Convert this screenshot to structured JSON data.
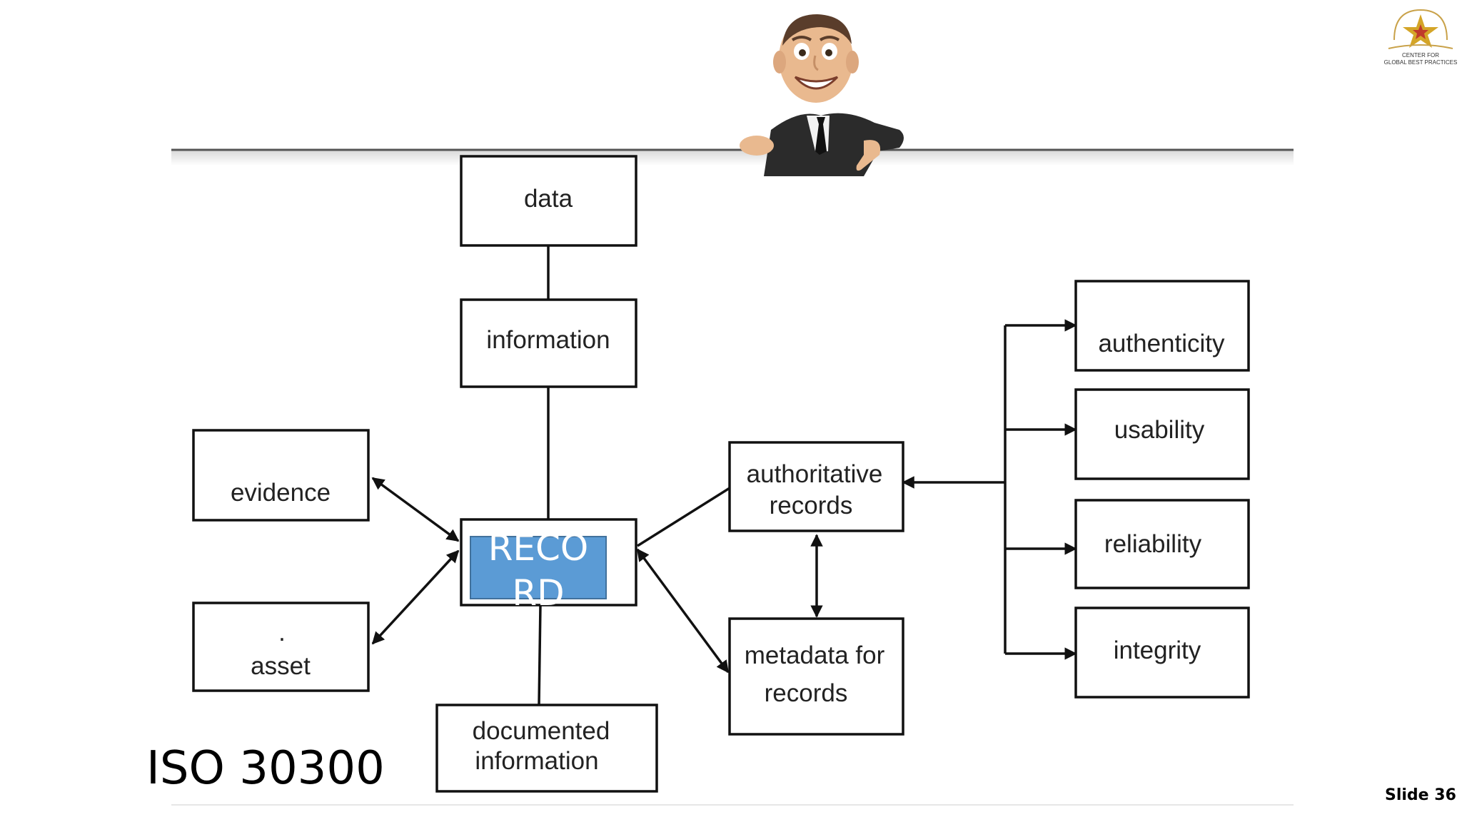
{
  "slide": {
    "title": "ISO 30300",
    "number": "Slide 36"
  },
  "logo": {
    "line1": "CENTER FOR",
    "line2": "GLOBAL BEST PRACTICES",
    "colors": {
      "star": "#d4a528",
      "star_inner": "#c0392b"
    }
  },
  "illustration": {
    "name": "cartoon-businessman-pointing"
  },
  "diagram": {
    "nodes": {
      "data": "data",
      "information": "information",
      "evidence": "evidence",
      "asset_dot": ".",
      "asset": "asset",
      "record_line1": "RECO",
      "record_line2": "RD",
      "documented_line1": "documented",
      "documented_line2": "information",
      "authoritative_line1": "authoritative",
      "authoritative_line2": "records",
      "metadata_line1": "metadata for",
      "metadata_line2": "records",
      "authenticity": "authenticity",
      "usability": "usability",
      "reliability": "reliability",
      "integrity": "integrity"
    },
    "colors": {
      "record_fill": "#5b9bd5",
      "record_border": "#41719c",
      "line": "#111111"
    }
  }
}
